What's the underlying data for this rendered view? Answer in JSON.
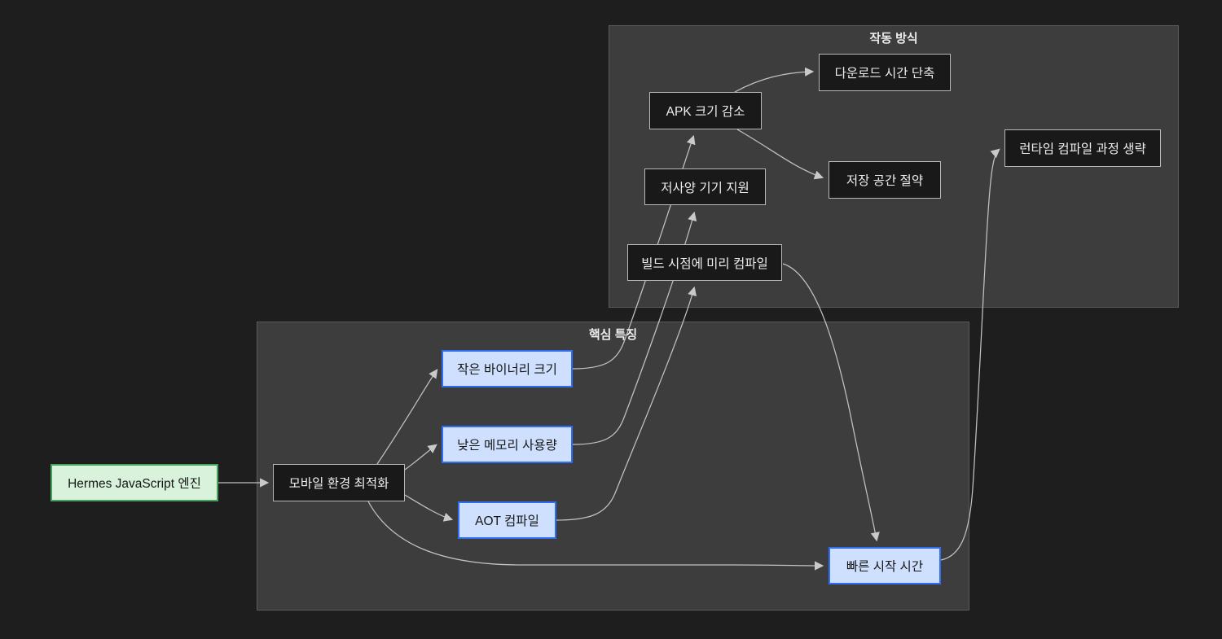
{
  "diagram": {
    "type": "flowchart",
    "direction": "LR",
    "subgraphs": [
      {
        "id": "core",
        "title": "핵심 특징"
      },
      {
        "id": "how",
        "title": "작동 방식"
      }
    ],
    "nodes": [
      {
        "id": "hermes",
        "label": "Hermes JavaScript 엔진",
        "style": "green",
        "subgraph": null
      },
      {
        "id": "mobile",
        "label": "모바일 환경 최적화",
        "style": "dark",
        "subgraph": "core"
      },
      {
        "id": "binary",
        "label": "작은 바이너리 크기",
        "style": "blue",
        "subgraph": "core"
      },
      {
        "id": "memory",
        "label": "낮은 메모리 사용량",
        "style": "blue",
        "subgraph": "core"
      },
      {
        "id": "aot",
        "label": "AOT 컴파일",
        "style": "blue",
        "subgraph": "core"
      },
      {
        "id": "startup",
        "label": "빠른 시작 시간",
        "style": "blue",
        "subgraph": "core"
      },
      {
        "id": "apk",
        "label": "APK 크기 감소",
        "style": "dark",
        "subgraph": "how"
      },
      {
        "id": "download",
        "label": "다운로드 시간 단축",
        "style": "dark",
        "subgraph": "how"
      },
      {
        "id": "storage",
        "label": "저장 공간 절약",
        "style": "dark",
        "subgraph": "how"
      },
      {
        "id": "lowend",
        "label": "저사양 기기 지원",
        "style": "dark",
        "subgraph": "how"
      },
      {
        "id": "build",
        "label": "빌드 시점에 미리 컴파일",
        "style": "dark",
        "subgraph": "how"
      },
      {
        "id": "runtime",
        "label": "런타임 컴파일 과정 생략",
        "style": "dark",
        "subgraph": "how"
      }
    ],
    "edges": [
      {
        "from": "hermes",
        "to": "mobile"
      },
      {
        "from": "mobile",
        "to": "binary"
      },
      {
        "from": "mobile",
        "to": "memory"
      },
      {
        "from": "mobile",
        "to": "aot"
      },
      {
        "from": "mobile",
        "to": "startup"
      },
      {
        "from": "binary",
        "to": "apk"
      },
      {
        "from": "memory",
        "to": "lowend"
      },
      {
        "from": "aot",
        "to": "build"
      },
      {
        "from": "apk",
        "to": "download"
      },
      {
        "from": "apk",
        "to": "storage"
      },
      {
        "from": "build",
        "to": "startup"
      },
      {
        "from": "startup",
        "to": "runtime"
      }
    ]
  },
  "theme": {
    "bg": "#1e1e1e",
    "subgraph_bg": "#3d3d3d",
    "subgraph_border": "#5a5a5a",
    "subgraph_title": "#ececec",
    "node_dark_bg": "#191919",
    "node_dark_border": "#b9b9b9",
    "node_dark_text": "#ededed",
    "node_green_bg": "#d8f2dc",
    "node_green_border": "#46a35e",
    "node_blue_bg": "#cee0fd",
    "node_blue_border": "#2f6df2",
    "node_light_text": "#161616",
    "edge": "#c2c2c2"
  }
}
